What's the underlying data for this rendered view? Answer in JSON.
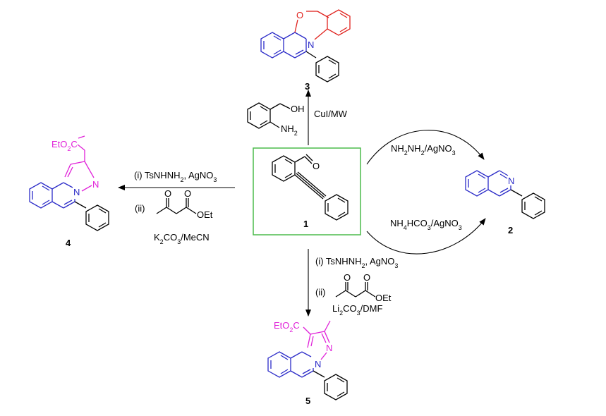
{
  "compounds": {
    "c1": {
      "label": "1",
      "atoms": [
        "O"
      ]
    },
    "c2": {
      "label": "2",
      "atoms": [
        "N"
      ]
    },
    "c3": {
      "label": "3",
      "atoms": [
        "O",
        "N"
      ]
    },
    "c4": {
      "label": "4",
      "atoms": [
        "EtO",
        "2",
        "C",
        "N",
        "N"
      ]
    },
    "c5": {
      "label": "5",
      "atoms": [
        "EtO",
        "2",
        "C",
        "N",
        "N"
      ]
    }
  },
  "reagents": {
    "to3": {
      "text": "CuI/MW",
      "aniline_oh": "OH",
      "aniline_nh": "NH",
      "aniline_sub": "2"
    },
    "to2_top": {
      "t1": "NH",
      "s1": "2",
      "t2": "NH",
      "s2": "2",
      "t3": "/AgNO",
      "s3": "3"
    },
    "to2_bottom": {
      "t1": "NH",
      "s1": "4",
      "t2": "HCO",
      "s2": "3",
      "t3": "/AgNO",
      "s3": "3"
    },
    "to4": {
      "step1_a": "(i) TsNHNH",
      "step1_s": "2",
      "step1_b": ", AgNO",
      "step1_s2": "3",
      "step2": "(ii)",
      "ket_o1": "O",
      "ket_o2": "O",
      "ket_oet": "OEt",
      "base_a": "K",
      "base_s1": "2",
      "base_b": "CO",
      "base_s2": "3",
      "base_c": "/MeCN"
    },
    "to5": {
      "step1_a": "(i) TsNHNH",
      "step1_s": "2",
      "step1_b": ", AgNO",
      "step1_s2": "3",
      "step2": "(ii)",
      "ket_o1": "O",
      "ket_o2": "O",
      "ket_oet": "OEt",
      "base_a": "Li",
      "base_s1": "2",
      "base_b": "CO",
      "base_s2": "3",
      "base_c": "/DMF"
    }
  },
  "colors": {
    "core": "#2b2bc8",
    "oxazine": "#e0221e",
    "pyrazole": "#e020d8",
    "box": "#4cbb4c",
    "line": "#000000"
  }
}
